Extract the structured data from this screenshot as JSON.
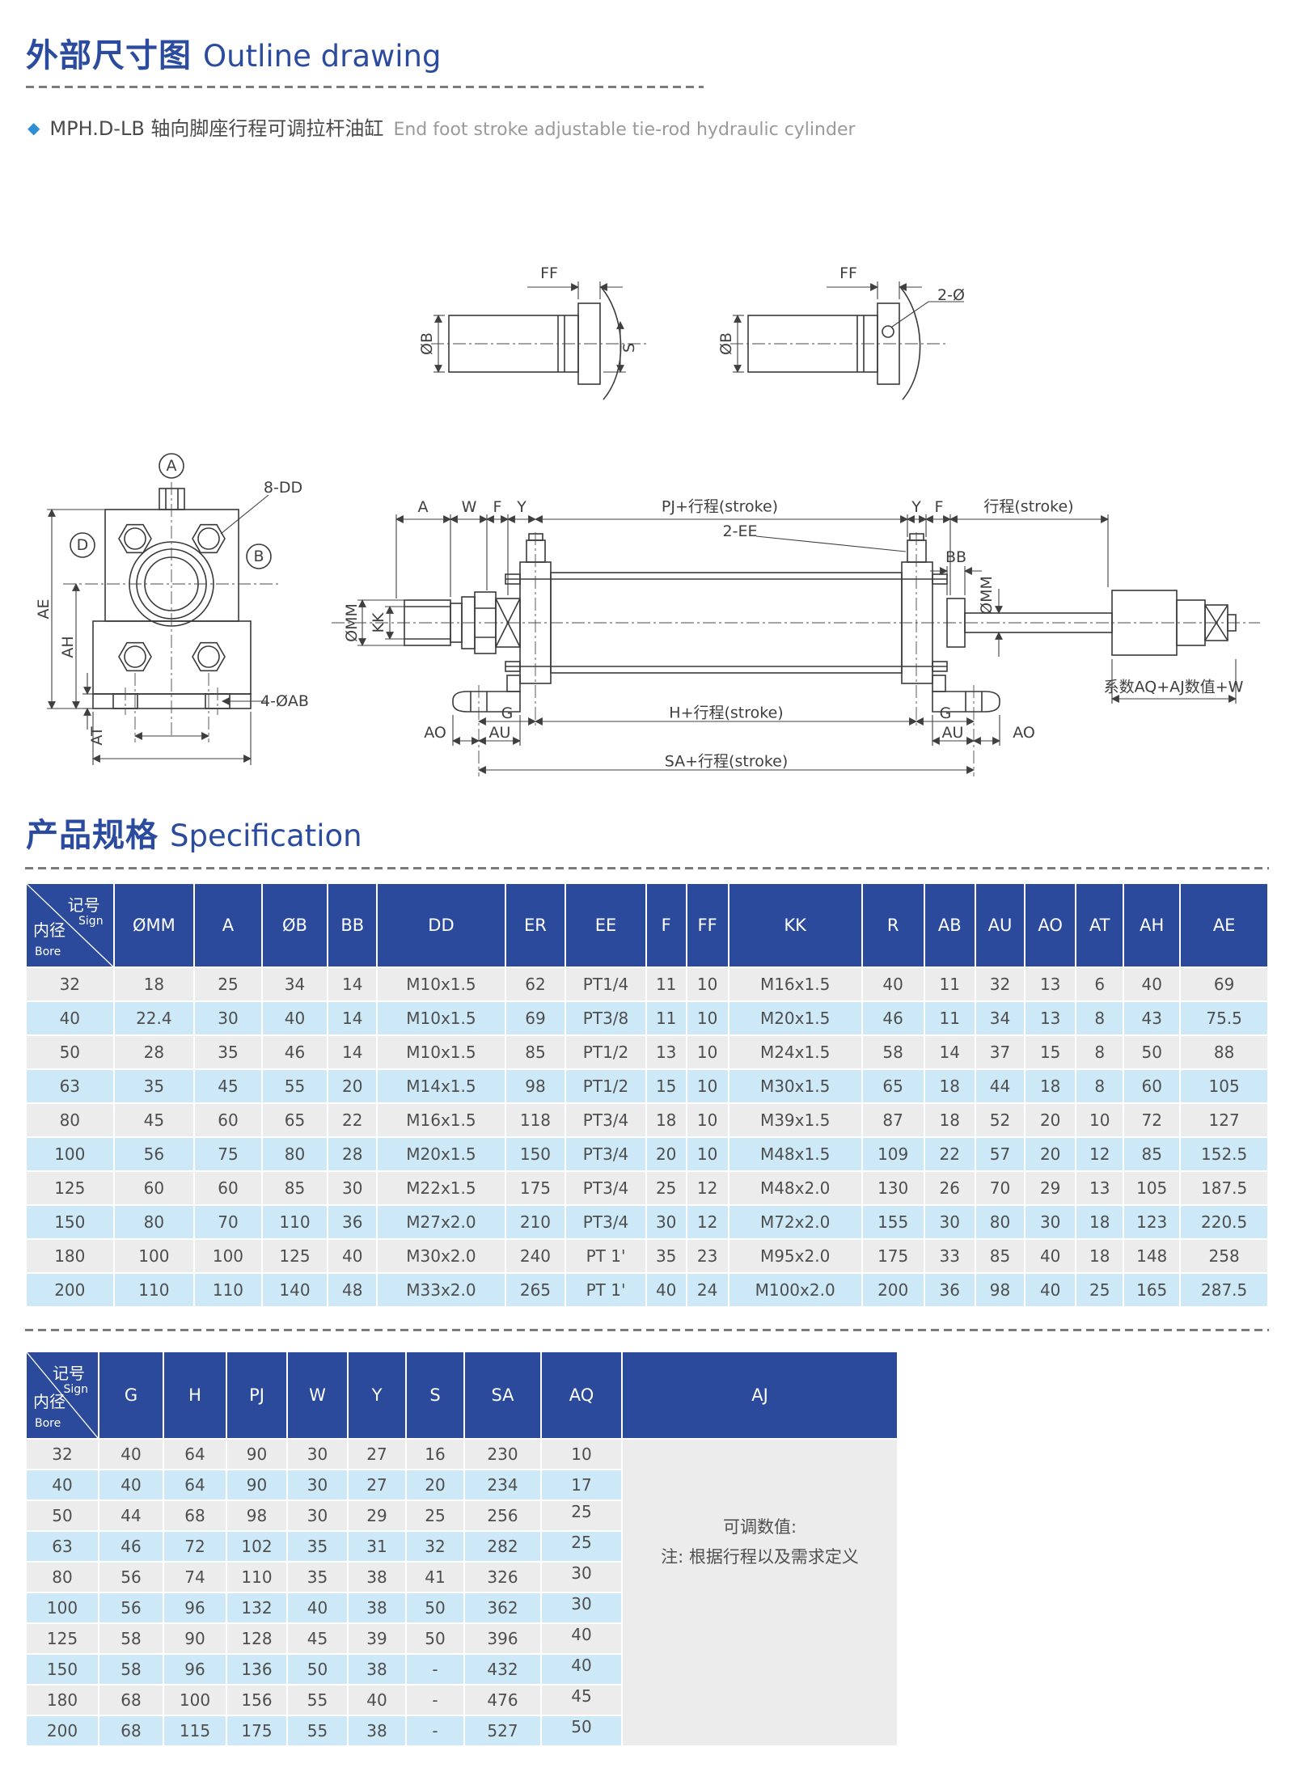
{
  "colors": {
    "accent_blue": "#2b4b9e",
    "table_header_blue": "#2b4a9b",
    "row_gray": "#ececec",
    "row_light_blue": "#cde9f7",
    "bullet_diamond": "#2e8fd3"
  },
  "outline_section": {
    "title_zh": "外部尺寸图",
    "title_en": "Outline drawing",
    "bullet_model_zh": "MPH.D-LB 轴向脚座行程可调拉杆油缸",
    "bullet_en": "End foot stroke adjustable tie-rod hydraulic cylinder"
  },
  "drawing": {
    "labels": {
      "ff_left": "FF",
      "ob_left": "ØB",
      "s_left": "S",
      "ff_right": "FF",
      "ob_right": "ØB",
      "two_dia": "2-Ø",
      "circle_a": "A",
      "circle_b": "B",
      "circle_d": "D",
      "dd_8": "8-DD",
      "ae": "AE",
      "ah": "AH",
      "at": "AT",
      "ab_4": "4-ØAB",
      "dim_a": "A",
      "dim_w": "W",
      "dim_f": "F",
      "dim_y": "Y",
      "pj_stroke": "PJ+行程(stroke)",
      "dim_y2": "Y",
      "dim_f2": "F",
      "stroke": "行程(stroke)",
      "ee_2": "2-EE",
      "bb": "BB",
      "omm_left": "ØMM",
      "kk": "KK",
      "omm_right": "ØMM",
      "g_left": "G",
      "h_stroke": "H+行程(stroke)",
      "g_right": "G",
      "ao_left": "AO",
      "au_left": "AU",
      "au_right": "AU",
      "ao_right": "AO",
      "sa_stroke": "SA+行程(stroke)",
      "aq_formula": "系数AQ+AJ数值+W"
    }
  },
  "spec_section": {
    "title_zh": "产品规格",
    "title_en": "Specification",
    "corner": {
      "sign_zh": "记号",
      "sign_en": "Sign",
      "bore_zh": "内径",
      "bore_en": "Bore"
    },
    "table1": {
      "headers": [
        "ØMM",
        "A",
        "ØB",
        "BB",
        "DD",
        "ER",
        "EE",
        "F",
        "FF",
        "KK",
        "R",
        "AB",
        "AU",
        "AO",
        "AT",
        "AH",
        "AE"
      ],
      "rows": [
        {
          "bore": "32",
          "values": [
            "18",
            "25",
            "34",
            "14",
            "M10x1.5",
            "62",
            "PT1/4",
            "11",
            "10",
            "M16x1.5",
            "40",
            "11",
            "32",
            "13",
            "6",
            "40",
            "69"
          ]
        },
        {
          "bore": "40",
          "values": [
            "22.4",
            "30",
            "40",
            "14",
            "M10x1.5",
            "69",
            "PT3/8",
            "11",
            "10",
            "M20x1.5",
            "46",
            "11",
            "34",
            "13",
            "8",
            "43",
            "75.5"
          ]
        },
        {
          "bore": "50",
          "values": [
            "28",
            "35",
            "46",
            "14",
            "M10x1.5",
            "85",
            "PT1/2",
            "13",
            "10",
            "M24x1.5",
            "58",
            "14",
            "37",
            "15",
            "8",
            "50",
            "88"
          ]
        },
        {
          "bore": "63",
          "values": [
            "35",
            "45",
            "55",
            "20",
            "M14x1.5",
            "98",
            "PT1/2",
            "15",
            "10",
            "M30x1.5",
            "65",
            "18",
            "44",
            "18",
            "8",
            "60",
            "105"
          ]
        },
        {
          "bore": "80",
          "values": [
            "45",
            "60",
            "65",
            "22",
            "M16x1.5",
            "118",
            "PT3/4",
            "18",
            "10",
            "M39x1.5",
            "87",
            "18",
            "52",
            "20",
            "10",
            "72",
            "127"
          ]
        },
        {
          "bore": "100",
          "values": [
            "56",
            "75",
            "80",
            "28",
            "M20x1.5",
            "150",
            "PT3/4",
            "20",
            "10",
            "M48x1.5",
            "109",
            "22",
            "57",
            "20",
            "12",
            "85",
            "152.5"
          ]
        },
        {
          "bore": "125",
          "values": [
            "60",
            "60",
            "85",
            "30",
            "M22x1.5",
            "175",
            "PT3/4",
            "25",
            "12",
            "M48x2.0",
            "130",
            "26",
            "70",
            "29",
            "13",
            "105",
            "187.5"
          ]
        },
        {
          "bore": "150",
          "values": [
            "80",
            "70",
            "110",
            "36",
            "M27x2.0",
            "210",
            "PT3/4",
            "30",
            "12",
            "M72x2.0",
            "155",
            "30",
            "80",
            "30",
            "18",
            "123",
            "220.5"
          ]
        },
        {
          "bore": "180",
          "values": [
            "100",
            "100",
            "125",
            "40",
            "M30x2.0",
            "240",
            "PT 1'",
            "35",
            "23",
            "M95x2.0",
            "175",
            "33",
            "85",
            "40",
            "18",
            "148",
            "258"
          ]
        },
        {
          "bore": "200",
          "values": [
            "110",
            "110",
            "140",
            "48",
            "M33x2.0",
            "265",
            "PT 1'",
            "40",
            "24",
            "M100x2.0",
            "200",
            "36",
            "98",
            "40",
            "25",
            "165",
            "287.5"
          ]
        }
      ]
    },
    "table2": {
      "headers": [
        "G",
        "H",
        "PJ",
        "W",
        "Y",
        "S",
        "SA",
        "AQ"
      ],
      "aj_header": "AJ",
      "rows": [
        {
          "bore": "32",
          "values": [
            "40",
            "64",
            "90",
            "30",
            "27",
            "16",
            "230",
            "10"
          ]
        },
        {
          "bore": "40",
          "values": [
            "40",
            "64",
            "90",
            "30",
            "27",
            "20",
            "234",
            "17"
          ]
        },
        {
          "bore": "50",
          "values": [
            "44",
            "68",
            "98",
            "30",
            "29",
            "25",
            "256",
            "25"
          ]
        },
        {
          "bore": "63",
          "values": [
            "46",
            "72",
            "102",
            "35",
            "31",
            "32",
            "282",
            "25"
          ]
        },
        {
          "bore": "80",
          "values": [
            "56",
            "74",
            "110",
            "35",
            "38",
            "41",
            "326",
            "30"
          ]
        },
        {
          "bore": "100",
          "values": [
            "56",
            "96",
            "132",
            "40",
            "38",
            "50",
            "362",
            "30"
          ]
        },
        {
          "bore": "125",
          "values": [
            "58",
            "90",
            "128",
            "45",
            "39",
            "50",
            "396",
            "40"
          ]
        },
        {
          "bore": "150",
          "values": [
            "58",
            "96",
            "136",
            "50",
            "38",
            "-",
            "432",
            "40"
          ]
        },
        {
          "bore": "180",
          "values": [
            "68",
            "100",
            "156",
            "55",
            "40",
            "-",
            "476",
            "45"
          ]
        },
        {
          "bore": "200",
          "values": [
            "68",
            "115",
            "175",
            "55",
            "38",
            "-",
            "527",
            "50"
          ]
        }
      ],
      "aj_note": [
        "可调数值:",
        "注: 根据行程以及需求定义"
      ]
    }
  }
}
